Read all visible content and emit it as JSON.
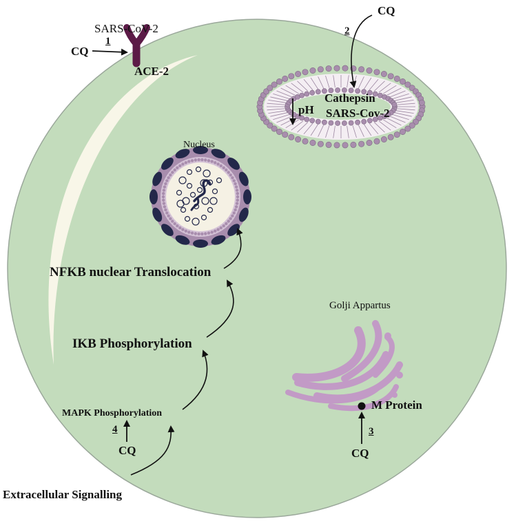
{
  "colors": {
    "cell_fill": "#c3dcbc",
    "membrane": "#a88dad",
    "receptor": "#5c1a47",
    "golgi": "#c29ac6",
    "nucleus_dark": "#23284a",
    "nucleus_inner": "#f5f1e4"
  },
  "labels": {
    "virus": "SARS-CoV-2",
    "receptor": "ACE-2",
    "cq_1": "CQ",
    "step_1": "1",
    "cq_2": "CQ",
    "step_2": "2",
    "cathepsin": "Cathepsin",
    "endosome_virus": "SARS-Cov-2",
    "ph": "pH",
    "nucleus": "Nucleus",
    "nfkb": "NFKB nuclear Translocation",
    "ikb": "IKB Phosphorylation",
    "mapk": "MAPK Phosphorylation",
    "step_4": "4",
    "cq_4": "CQ",
    "extracellular": "Extracellular Signalling",
    "golgi": "Golji Appartus",
    "m_protein": "M Protein",
    "step_3": "3",
    "cq_3": "CQ"
  }
}
